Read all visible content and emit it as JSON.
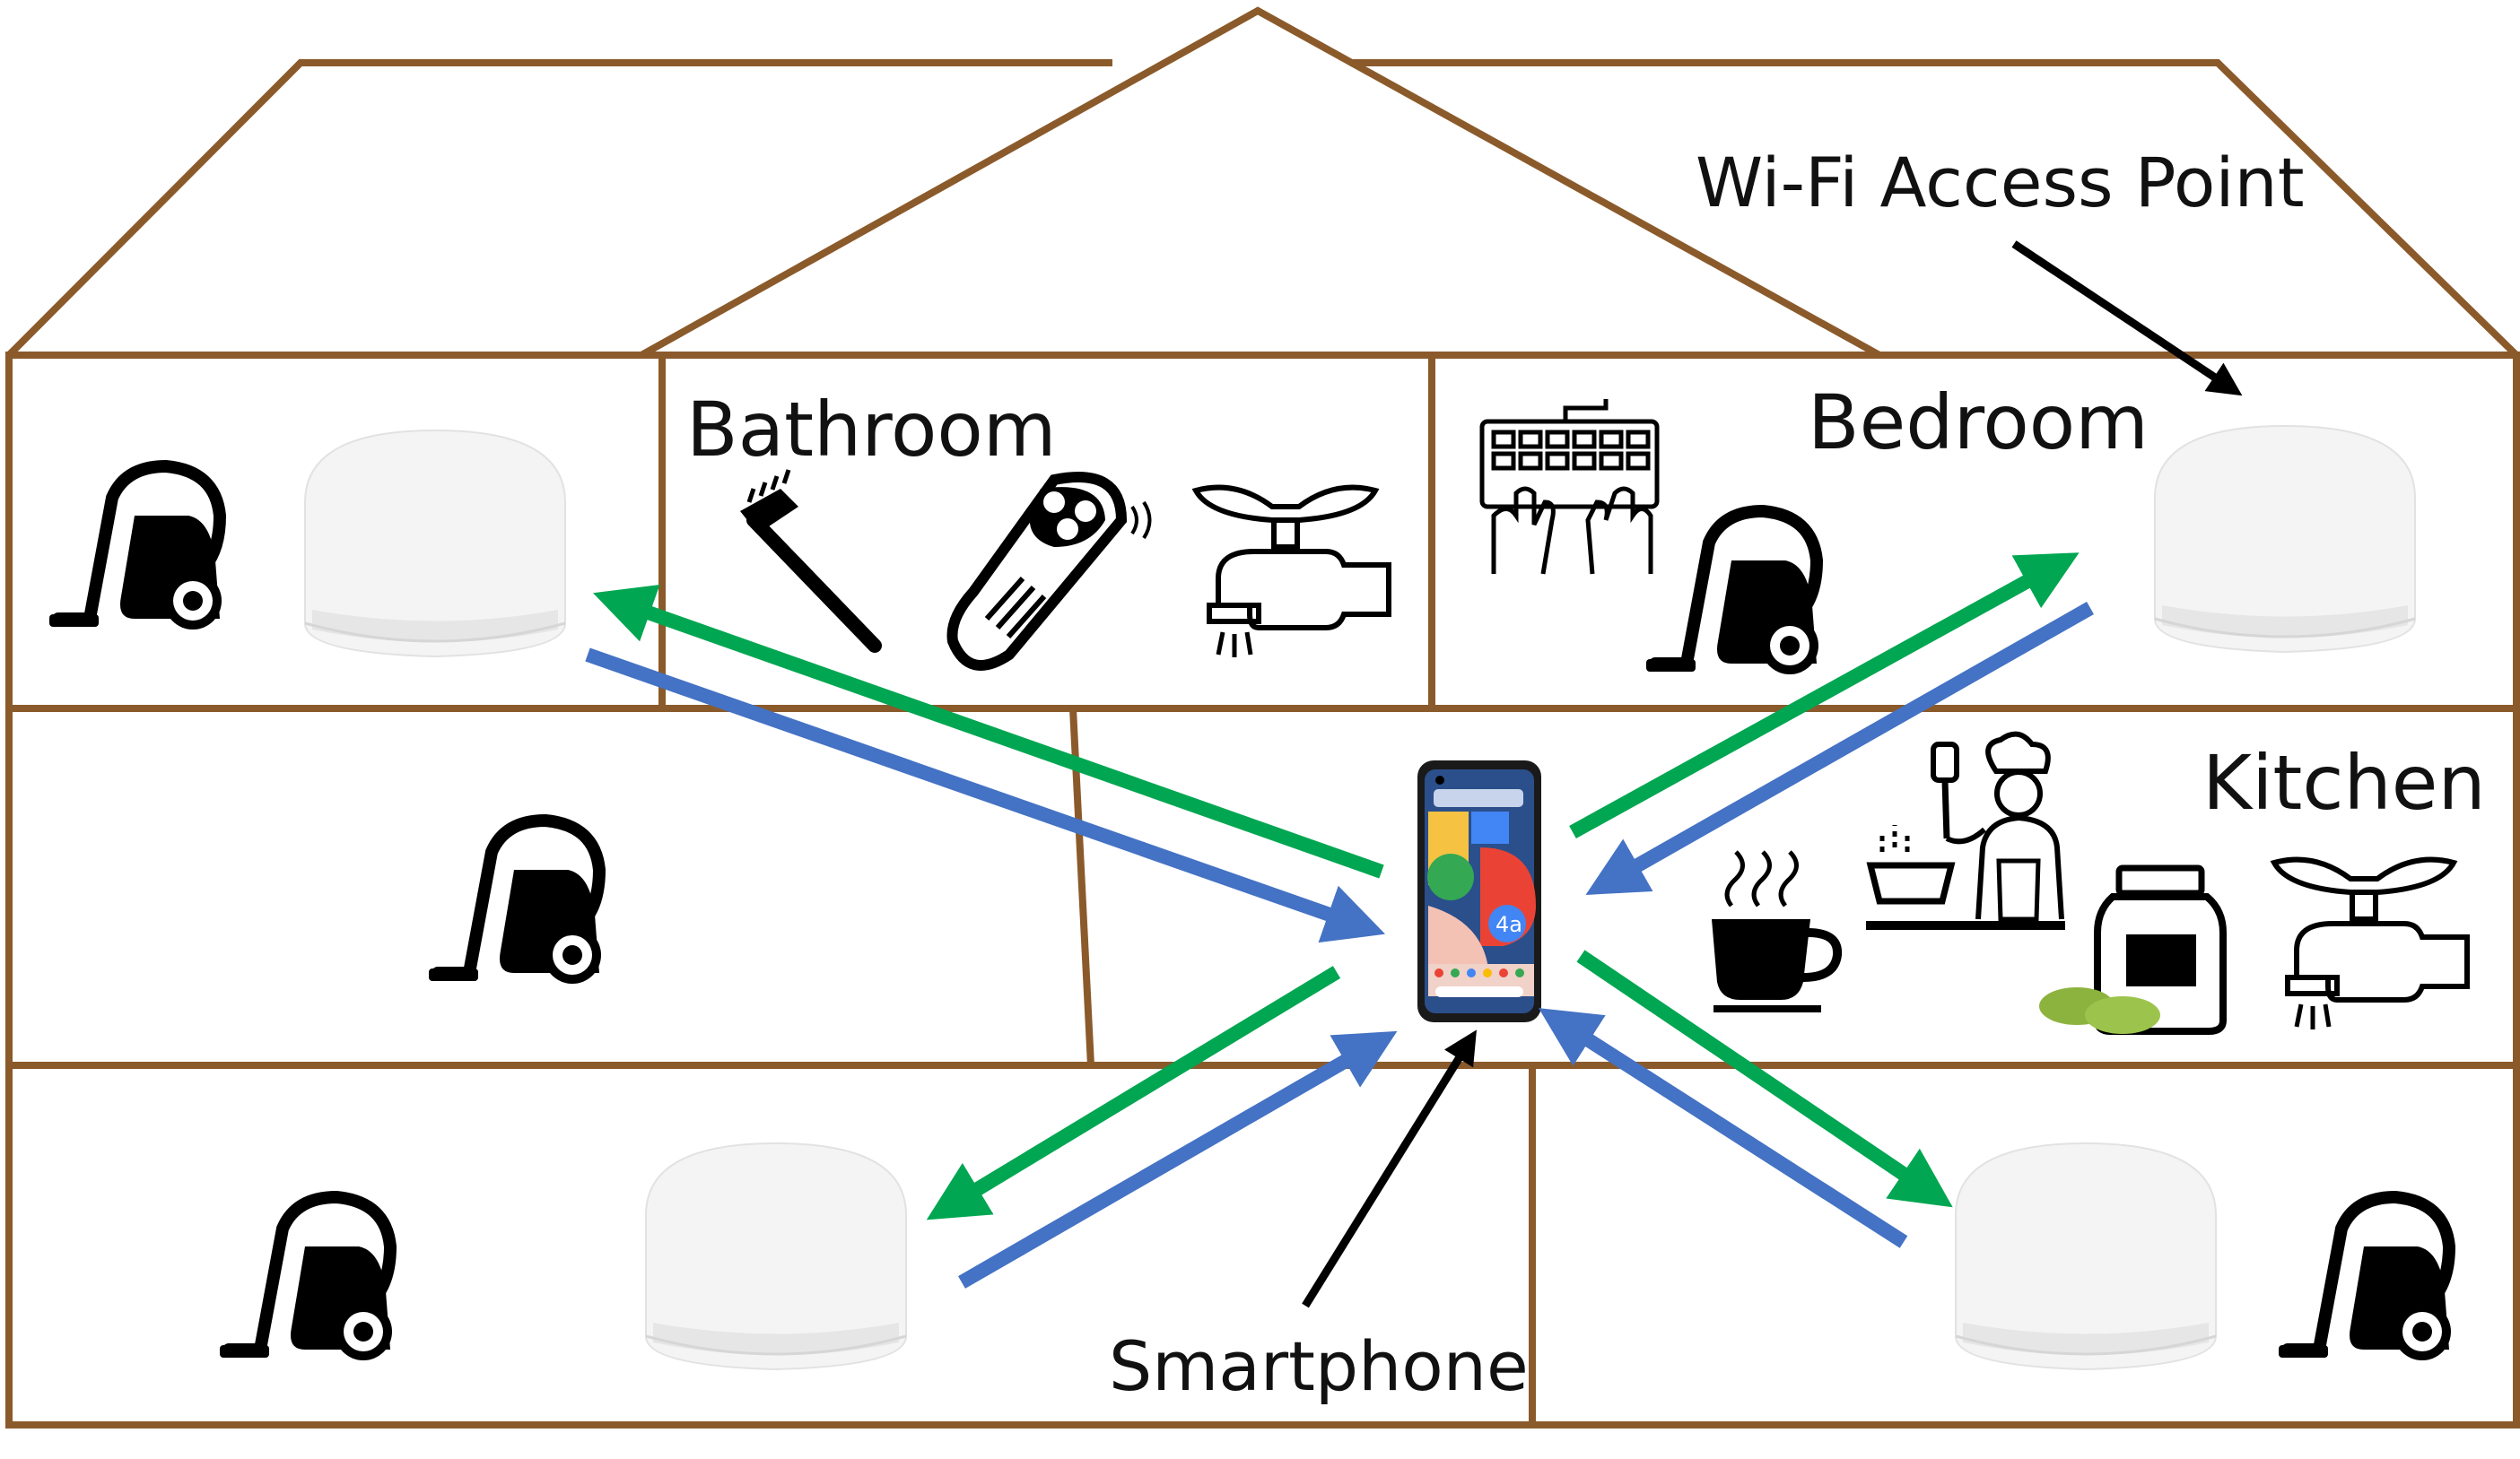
{
  "labels": {
    "bathroom": "Bathroom",
    "bedroom": "Bedroom",
    "kitchen": "Kitchen",
    "wifi_access_point": "Wi-Fi Access Point",
    "smartphone": "Smartphone"
  },
  "colors": {
    "house_outline": "#8B5A2B",
    "uplink_arrow": "#00A651",
    "downlink_arrow": "#4472C4",
    "pointer_arrow": "#000000",
    "access_point_body": "#F4F4F4",
    "icon": "#000000"
  },
  "icons": {
    "vacuum": "vacuum-cleaner-icon",
    "toothbrush": "toothbrush-icon",
    "shaver": "electric-shaver-icon",
    "faucet": "faucet-icon",
    "keyboard": "keyboard-typing-icon",
    "coffee": "coffee-cup-icon",
    "chef": "chef-cooking-icon",
    "jar": "jar-icon",
    "phone_screen_badge": "4a"
  }
}
